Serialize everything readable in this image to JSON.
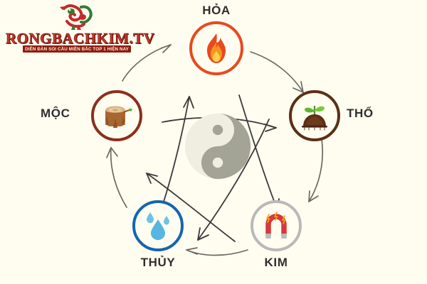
{
  "page": {
    "background_color": "#fffdf0",
    "title": "Ngũ Hành - Five Elements Cycle Diagram"
  },
  "watermark": {
    "brand": "RONGBACHKIM.TV",
    "tagline": "DIỄN ĐÀN SOI CẦU MIỀN BẮC TOP 1 HIỆN NAY",
    "brand_color": "#c0392b",
    "tagline_bg_color": "#8e1b12",
    "logo_icon": "dragon-logo-icon"
  },
  "center": {
    "symbol_name": "yin-yang-icon",
    "color_light": "#efeee0",
    "color_dark": "#a3a396"
  },
  "elements": [
    {
      "id": "hoa",
      "label": "HỎA",
      "meaning": "Fire",
      "icon": "flame-icon",
      "ring_color": "#e8491f",
      "label_position": "top"
    },
    {
      "id": "tho",
      "label": "THỔ",
      "meaning": "Earth",
      "icon": "sprout-in-soil-icon",
      "ring_color": "#5c2f16",
      "label_position": "right"
    },
    {
      "id": "kim",
      "label": "KIM",
      "meaning": "Metal",
      "icon": "horseshoe-magnet-icon",
      "ring_color": "#b9b9b9",
      "label_position": "bottom"
    },
    {
      "id": "thuy",
      "label": "THỦY",
      "meaning": "Water",
      "icon": "water-droplet-icon",
      "ring_color": "#1565b0",
      "label_position": "bottom"
    },
    {
      "id": "moc",
      "label": "MỘC",
      "meaning": "Wood",
      "icon": "tree-stump-icon",
      "ring_color": "#8c2f1d",
      "label_position": "left"
    }
  ],
  "chart_data": {
    "type": "diagram",
    "title": "Ngũ Hành",
    "nodes": [
      "HỎA",
      "THỔ",
      "KIM",
      "THỦY",
      "MỘC"
    ],
    "generating_cycle": [
      {
        "from": "MỘC",
        "to": "HỎA"
      },
      {
        "from": "HỎA",
        "to": "THỔ"
      },
      {
        "from": "THỔ",
        "to": "KIM"
      },
      {
        "from": "KIM",
        "to": "THỦY"
      },
      {
        "from": "THỦY",
        "to": "MỘC"
      }
    ],
    "overcoming_cycle": [
      {
        "from": "MỘC",
        "to": "THỔ"
      },
      {
        "from": "THỔ",
        "to": "THỦY"
      },
      {
        "from": "THỦY",
        "to": "HỎA"
      },
      {
        "from": "HỎA",
        "to": "KIM"
      },
      {
        "from": "KIM",
        "to": "MỘC"
      }
    ],
    "outer_arrow_color": "#555555",
    "inner_arrow_color": "#3a3a3a"
  }
}
